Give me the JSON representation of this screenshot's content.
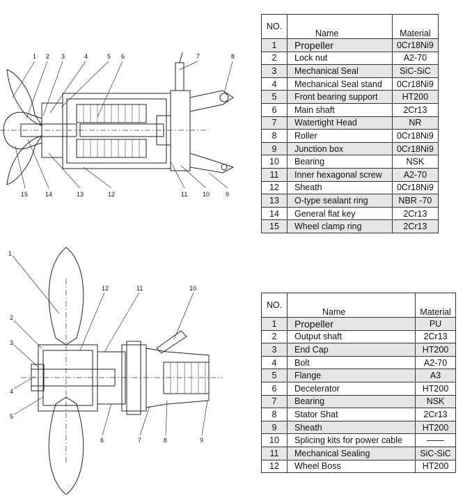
{
  "table1": {
    "headers": {
      "no": "NO.",
      "name": "Name",
      "material": "Material"
    },
    "rows": [
      {
        "no": "1",
        "name": "Propeller",
        "material": "0Cr18Ni9"
      },
      {
        "no": "2",
        "name": "Lock nut",
        "material": "A2-70"
      },
      {
        "no": "3",
        "name": "Mechanical Seal",
        "material": "SiC-SiC"
      },
      {
        "no": "4",
        "name": "Mechanical Seal stand",
        "material": "0Cr18Ni9"
      },
      {
        "no": "5",
        "name": "Front bearing support",
        "material": "HT200"
      },
      {
        "no": "6",
        "name": "Main shaft",
        "material": "2Cr13"
      },
      {
        "no": "7",
        "name": "Watertight Head",
        "material": "NR"
      },
      {
        "no": "8",
        "name": "Roller",
        "material": "0Cr18Ni9"
      },
      {
        "no": "9",
        "name": "Junction box",
        "material": "0Cr18Ni9"
      },
      {
        "no": "10",
        "name": "Bearing",
        "material": "NSK"
      },
      {
        "no": "11",
        "name": "Inner hexagonal screw",
        "material": "A2-70"
      },
      {
        "no": "12",
        "name": "Sheath",
        "material": "0Cr18Ni9"
      },
      {
        "no": "13",
        "name": "O-type sealant ring",
        "material": "NBR -70"
      },
      {
        "no": "14",
        "name": "General flat key",
        "material": "2Cr13"
      },
      {
        "no": "15",
        "name": "Wheel clamp ring",
        "material": "2Cr13"
      }
    ]
  },
  "table2": {
    "headers": {
      "no": "NO.",
      "name": "Name",
      "material": "Material"
    },
    "rows": [
      {
        "no": "1",
        "name": "Propeller",
        "material": "PU"
      },
      {
        "no": "2",
        "name": "Output shaft",
        "material": "2Cr13"
      },
      {
        "no": "3",
        "name": "End Cap",
        "material": "HT200"
      },
      {
        "no": "4",
        "name": "Bolt",
        "material": "A2-70"
      },
      {
        "no": "5",
        "name": "Flange",
        "material": "A3"
      },
      {
        "no": "6",
        "name": "Decelerator",
        "material": "HT200"
      },
      {
        "no": "7",
        "name": "Bearing",
        "material": "NSK"
      },
      {
        "no": "8",
        "name": "Stator Shat",
        "material": "2Cr13"
      },
      {
        "no": "9",
        "name": "Sheath",
        "material": "HT200"
      },
      {
        "no": "10",
        "name": "Splicing kits for power cable",
        "material": "——"
      },
      {
        "no": "11",
        "name": "Mechanical Sealing",
        "material": "SiC-SiC"
      },
      {
        "no": "12",
        "name": "Wheel Boss",
        "material": "HT200"
      }
    ]
  },
  "drawing1": {
    "callouts": [
      "1",
      "2",
      "3",
      "4",
      "5",
      "6",
      "7",
      "8",
      "15",
      "14",
      "13",
      "12",
      "11",
      "10",
      "9"
    ]
  },
  "drawing2": {
    "callouts": [
      "1",
      "12",
      "11",
      "10",
      "2",
      "3",
      "4",
      "5",
      "6",
      "7",
      "8",
      "9"
    ]
  }
}
